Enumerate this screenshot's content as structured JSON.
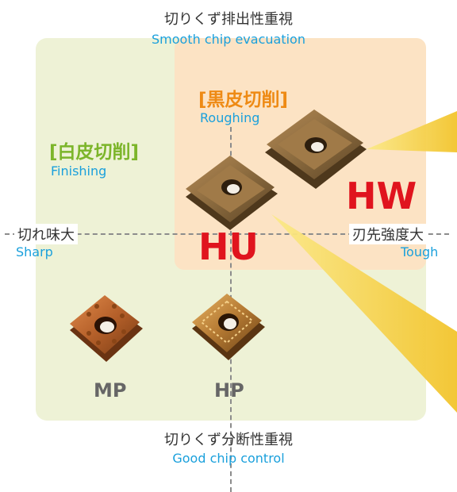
{
  "axes": {
    "top": {
      "jp": "切りくず排出性重視",
      "en": "Smooth chip evacuation"
    },
    "bottom": {
      "jp": "切りくず分断性重視",
      "en": "Good chip control"
    },
    "left": {
      "jp": "切れ味大",
      "en": "Sharp"
    },
    "right": {
      "jp": "刃先強度大",
      "en": "Tough"
    }
  },
  "categories": {
    "finishing": {
      "jp": "[白皮切削]",
      "en": "Finishing",
      "color": "#7cb52a"
    },
    "roughing": {
      "jp": "[黒皮切削]",
      "en": "Roughing",
      "color": "#ee8a14"
    }
  },
  "grades": {
    "hw": "HW",
    "hu": "HU",
    "mp": "MP",
    "hp": "HP"
  },
  "colors": {
    "highlight_red": "#e0141e",
    "english_blue": "#1aa0dc",
    "finishing_zone": "#eef2d6",
    "roughing_zone": "#fce3c4",
    "callout_yellow": "#f7d84a"
  }
}
